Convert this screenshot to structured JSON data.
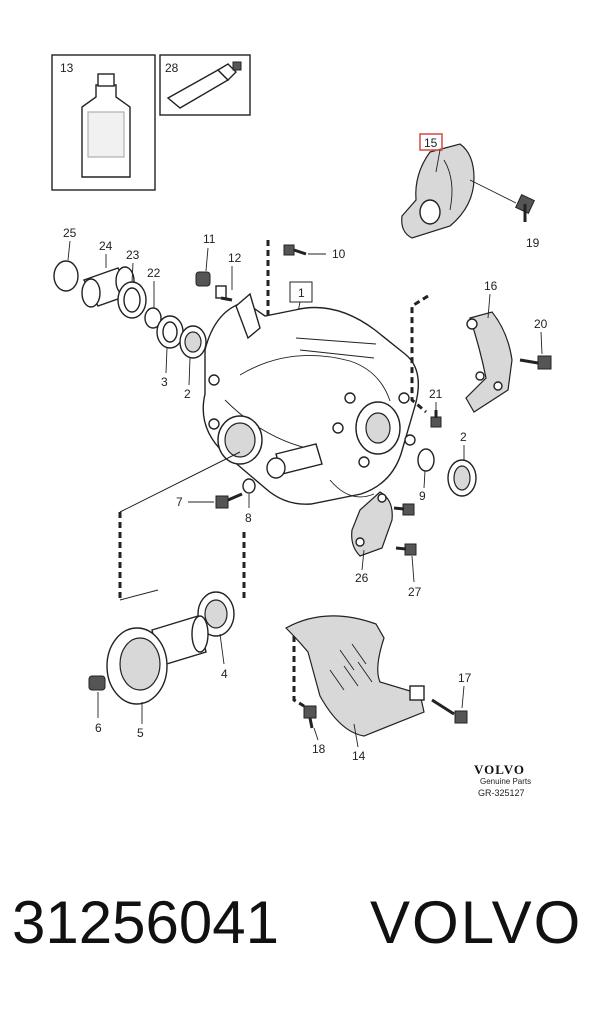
{
  "diagram": {
    "callouts": {
      "c13": "13",
      "c28": "28",
      "c15": "15",
      "c19": "19",
      "c25": "25",
      "c24": "24",
      "c23": "23",
      "c22": "22",
      "c11": "11",
      "c12": "12",
      "c10": "10",
      "c1": "1",
      "c16": "16",
      "c20": "20",
      "c21": "21",
      "c2a": "2",
      "c3": "3",
      "c2b": "2",
      "c9": "9",
      "c7": "7",
      "c8": "8",
      "c26": "26",
      "c27": "27",
      "c4": "4",
      "c6": "6",
      "c5": "5",
      "c17": "17",
      "c18": "18",
      "c14": "14"
    },
    "brand": {
      "logo": "VOLVO",
      "line1": "Genuine Parts",
      "line2": "GR-325127"
    },
    "highlight_color": "#d9534f"
  },
  "footer": {
    "part_number": "31256041",
    "make": "VOLVO"
  }
}
